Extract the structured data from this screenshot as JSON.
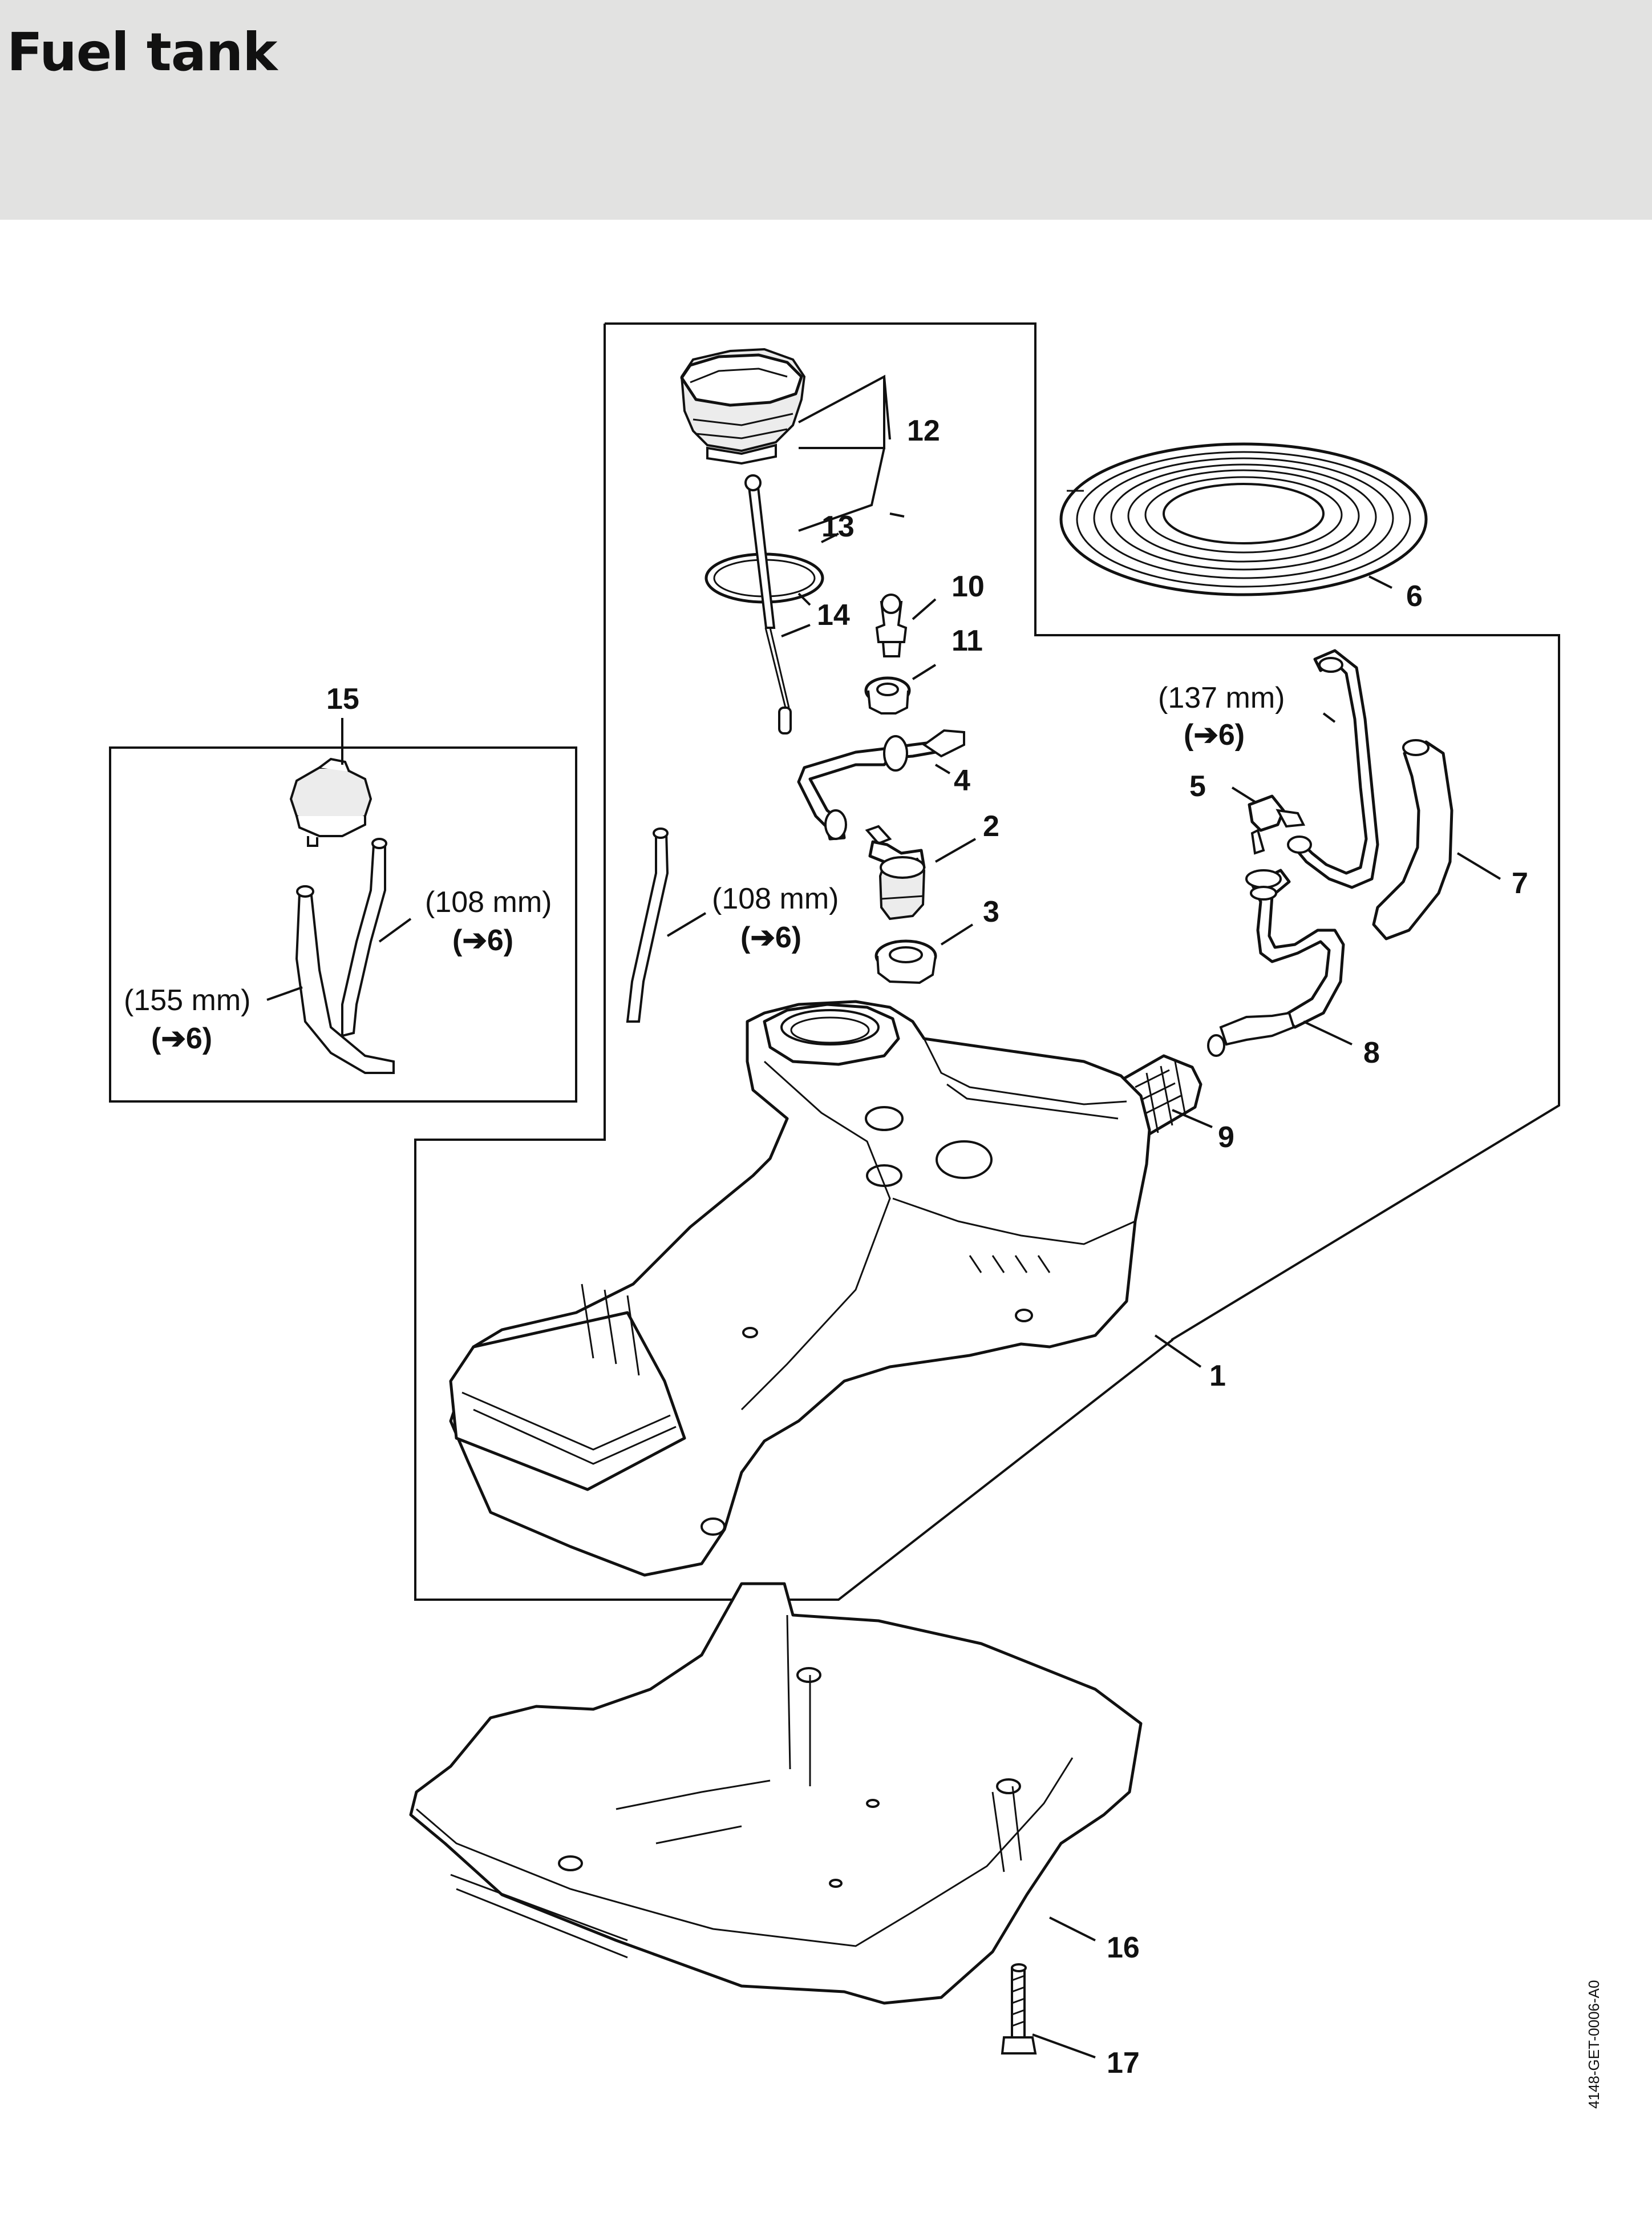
{
  "page": {
    "title": "Fuel tank"
  },
  "diagram": {
    "callouts": [
      "1",
      "2",
      "3",
      "4",
      "5",
      "6",
      "7",
      "8",
      "9",
      "10",
      "11",
      "12",
      "13",
      "14",
      "15",
      "16",
      "17"
    ],
    "measurements": [
      {
        "length": "(137 mm)",
        "ref": "(➔6)"
      },
      {
        "length": "(108 mm)",
        "ref": "(➔6)"
      },
      {
        "length": "(108 mm)",
        "ref": "(➔6)"
      },
      {
        "length": "(155 mm)",
        "ref": "(➔6)"
      }
    ],
    "drawing_code": "4148-GET-0006-A0"
  }
}
